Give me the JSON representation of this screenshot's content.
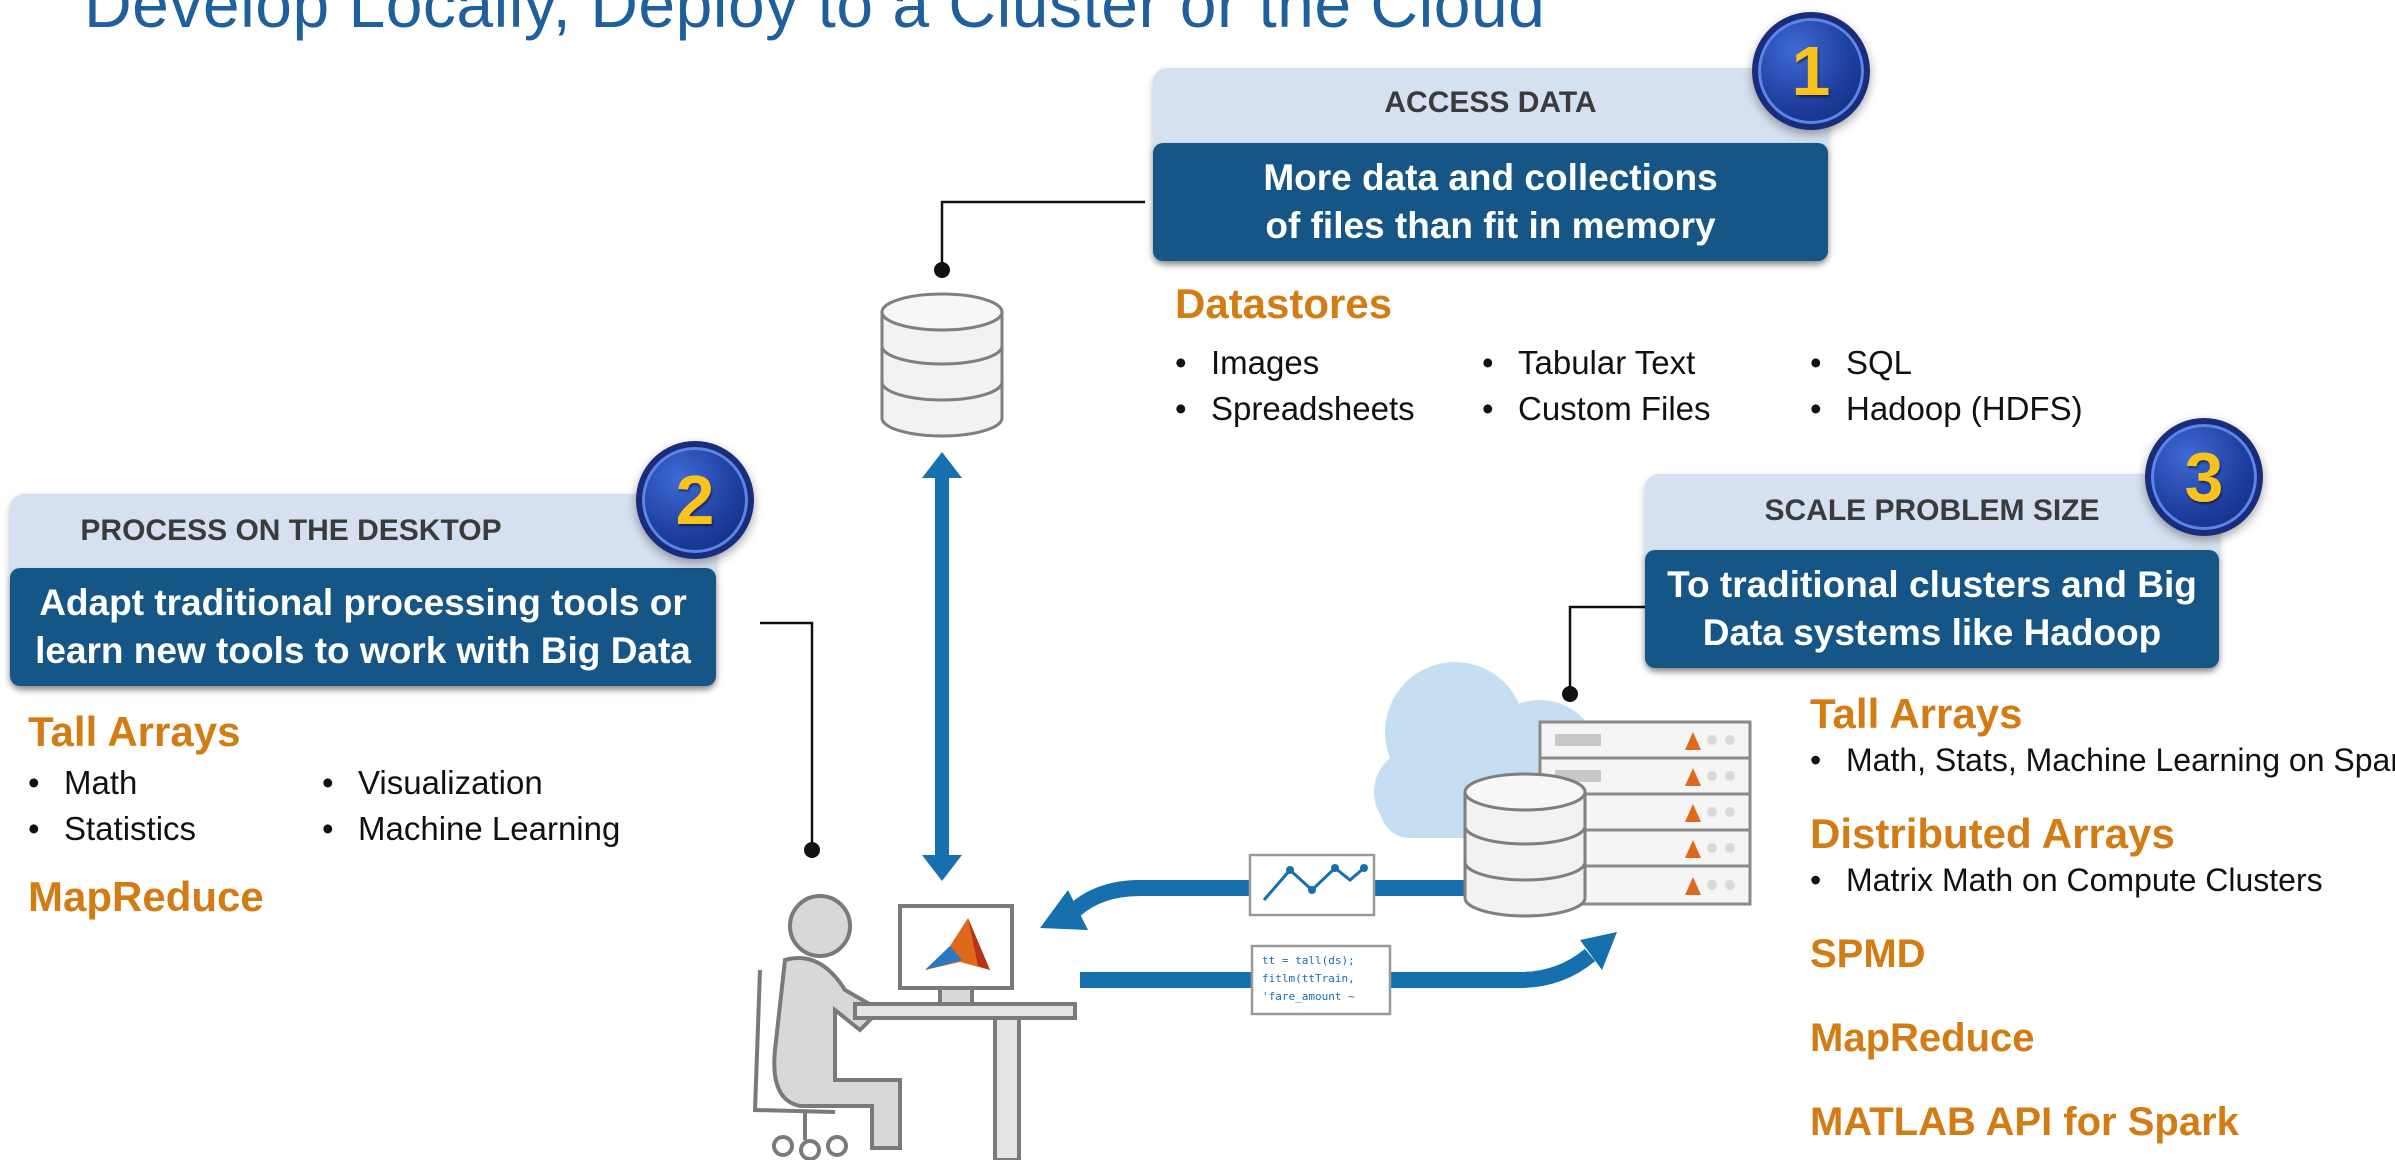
{
  "page": {
    "title": "Develop Locally, Deploy to a Cluster or the Cloud"
  },
  "step1": {
    "number": "1",
    "header": "ACCESS DATA",
    "body_line1": "More data and collections",
    "body_line2": "of files than fit in memory",
    "heading": "Datastores",
    "col1": [
      "Images",
      "Spreadsheets"
    ],
    "col2": [
      "Tabular Text",
      "Custom Files"
    ],
    "col3": [
      "SQL",
      "Hadoop (HDFS)"
    ]
  },
  "step2": {
    "number": "2",
    "header": "PROCESS ON THE DESKTOP",
    "body_line1": "Adapt traditional processing tools or",
    "body_line2": "learn new tools to work with Big Data",
    "heading1": "Tall Arrays",
    "col1": [
      "Math",
      "Statistics"
    ],
    "col2": [
      "Visualization",
      "Machine Learning"
    ],
    "heading2": "MapReduce"
  },
  "step3": {
    "number": "3",
    "header": "SCALE PROBLEM SIZE",
    "body_line1": "To traditional clusters and Big",
    "body_line2": "Data systems like Hadoop",
    "tall_heading": "Tall Arrays",
    "tall_item": "Math, Stats, Machine Learning on Spark",
    "dist_heading": "Distributed Arrays",
    "dist_item": "Matrix Math on Compute Clusters",
    "spmd": "SPMD",
    "mapreduce": "MapReduce",
    "spark_api": "MATLAB API for Spark"
  },
  "code_card": {
    "line1": "tt = tall(ds);",
    "line2": "fitlm(ttTrain,",
    "line3": "'fare_amount ~"
  },
  "icons": [
    "database-icon",
    "person-at-desk-icon",
    "matlab-logo-icon",
    "cloud-icon",
    "server-rack-icon",
    "line-chart-icon"
  ],
  "colors": {
    "title": "#1f5f9c",
    "header_box": "#d5e1f0",
    "body_box": "#155687",
    "orange": "#d27c13",
    "arrow": "#1670ad",
    "badge_number": "#f7c31c"
  }
}
